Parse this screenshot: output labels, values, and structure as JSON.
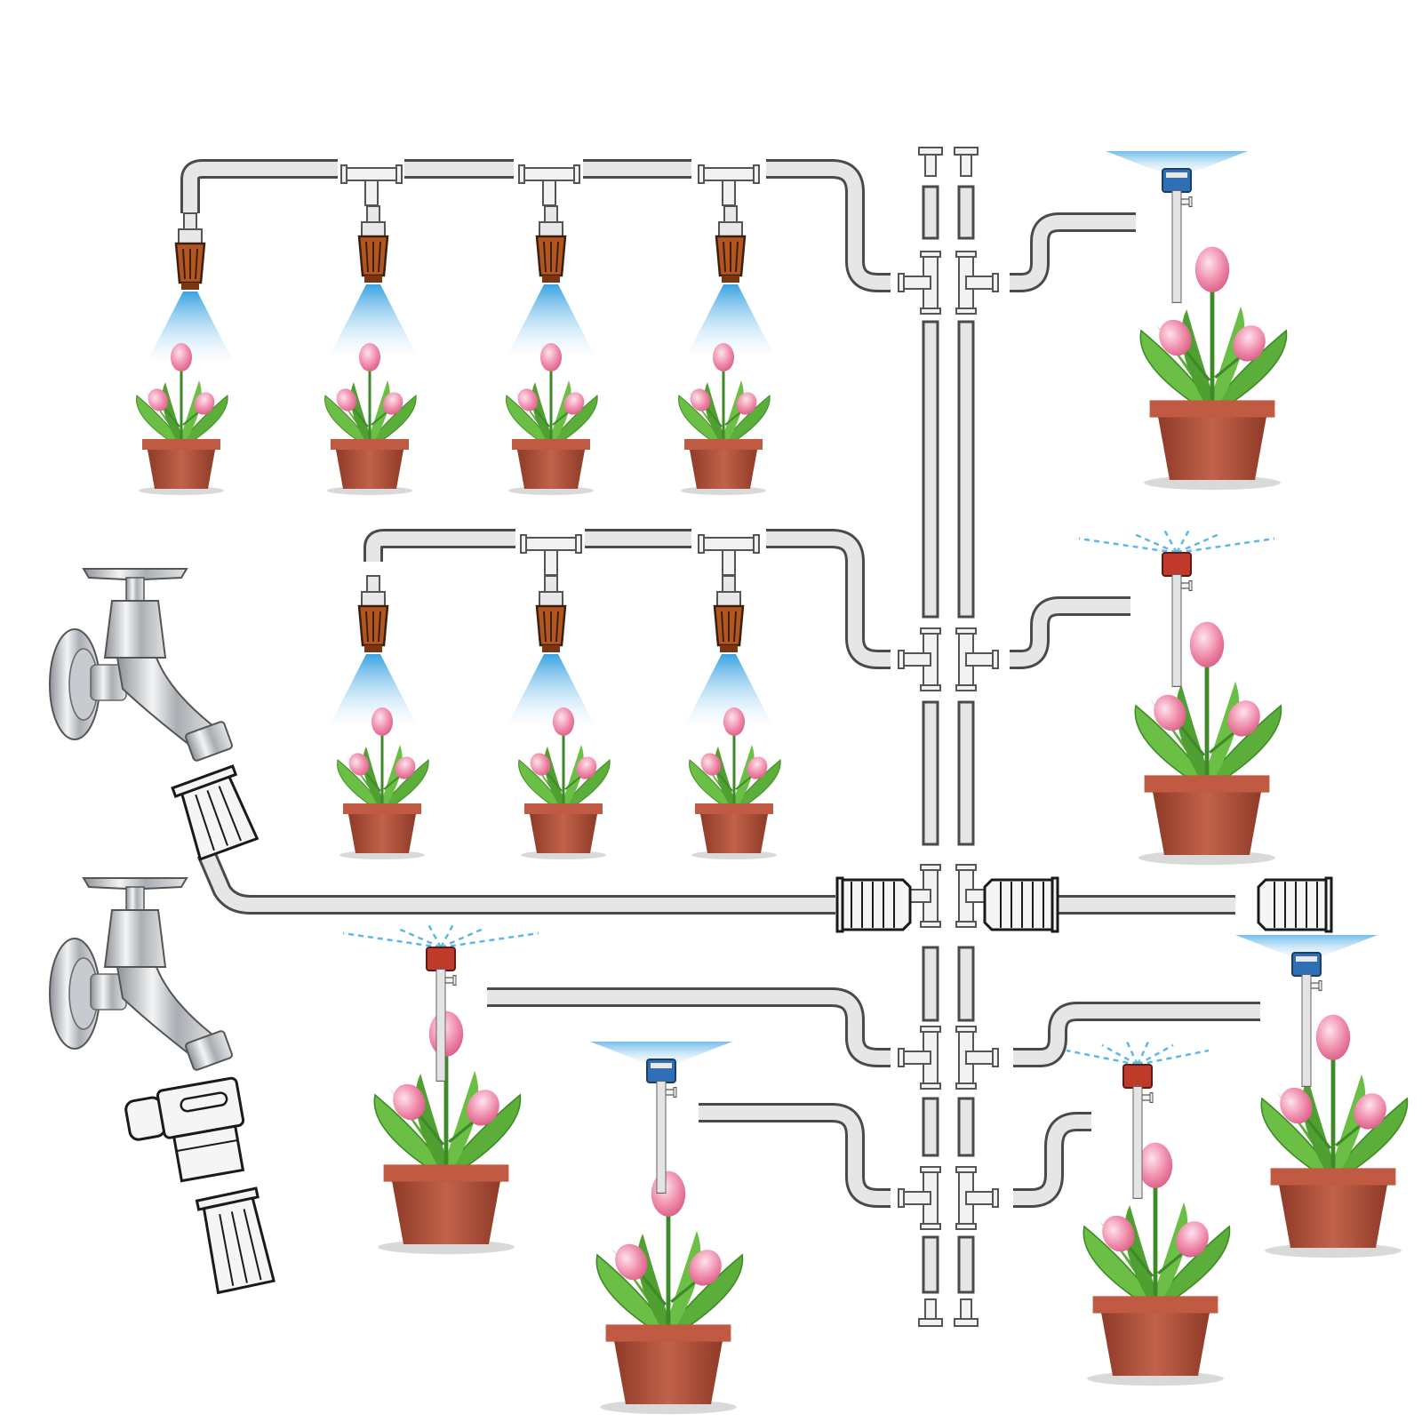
{
  "diagram": {
    "kind": "drip-irrigation-kit-installation",
    "components": {
      "faucet": {
        "icon": "faucet-icon",
        "count": 2
      },
      "hose_connector": {
        "icon": "quick-connector-icon",
        "count": 3
      },
      "tubing": {
        "icon": "tubing-icon"
      },
      "tee_connector": {
        "icon": "tee-connector-icon"
      },
      "end_plug": {
        "icon": "end-plug-icon"
      },
      "mist_nozzle": {
        "icon": "mist-nozzle-icon",
        "count": 7,
        "color": "#b4541e"
      },
      "spray_stake_red": {
        "icon": "red-spray-stake-icon",
        "count": 3,
        "color": "#c0392b"
      },
      "spray_stake_blue": {
        "icon": "blue-spray-stake-icon",
        "count": 3,
        "color": "#2f6fb5"
      },
      "potted_tulip": {
        "icon": "potted-tulip-icon",
        "count": 13
      }
    },
    "colors": {
      "pipe_fill": "#e6e6e6",
      "pipe_outline": "#4a4a4a",
      "mist_spray": "#5ab8ea",
      "pot": "#b5523b",
      "leaf": "#5cae3a",
      "petal": "#f08cab",
      "chrome": "#c8ccd0"
    }
  }
}
